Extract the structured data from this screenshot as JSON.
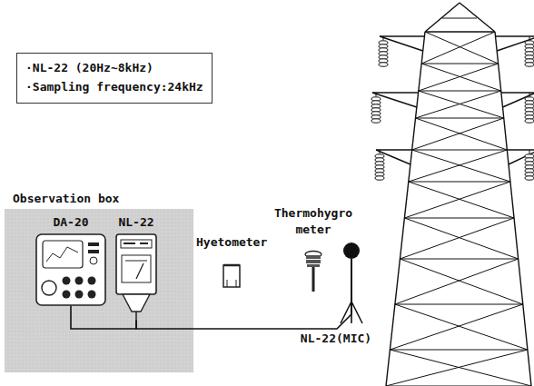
{
  "diagram": {
    "nodes": [
      {
        "text": [
          "·NL-22 (20Hz~8kHz)",
          "·Sampling frequency:24kHz"
        ]
      },
      {
        "text": [
          "Observation box"
        ]
      },
      {
        "text": [
          "DA-20"
        ],
        "in": 1
      },
      {
        "text": [
          "NL-22"
        ],
        "in": 1
      },
      {
        "text": [
          "Hyetometer"
        ]
      },
      {
        "text": [
          "Thermohygro meter"
        ]
      },
      {
        "text": [
          "NL-22(MIC)"
        ]
      }
    ],
    "edges": [
      {
        "from": 6,
        "to": 3,
        "arrow": "none"
      },
      {
        "from": 2,
        "to": 3,
        "arrow": "none"
      }
    ]
  }
}
